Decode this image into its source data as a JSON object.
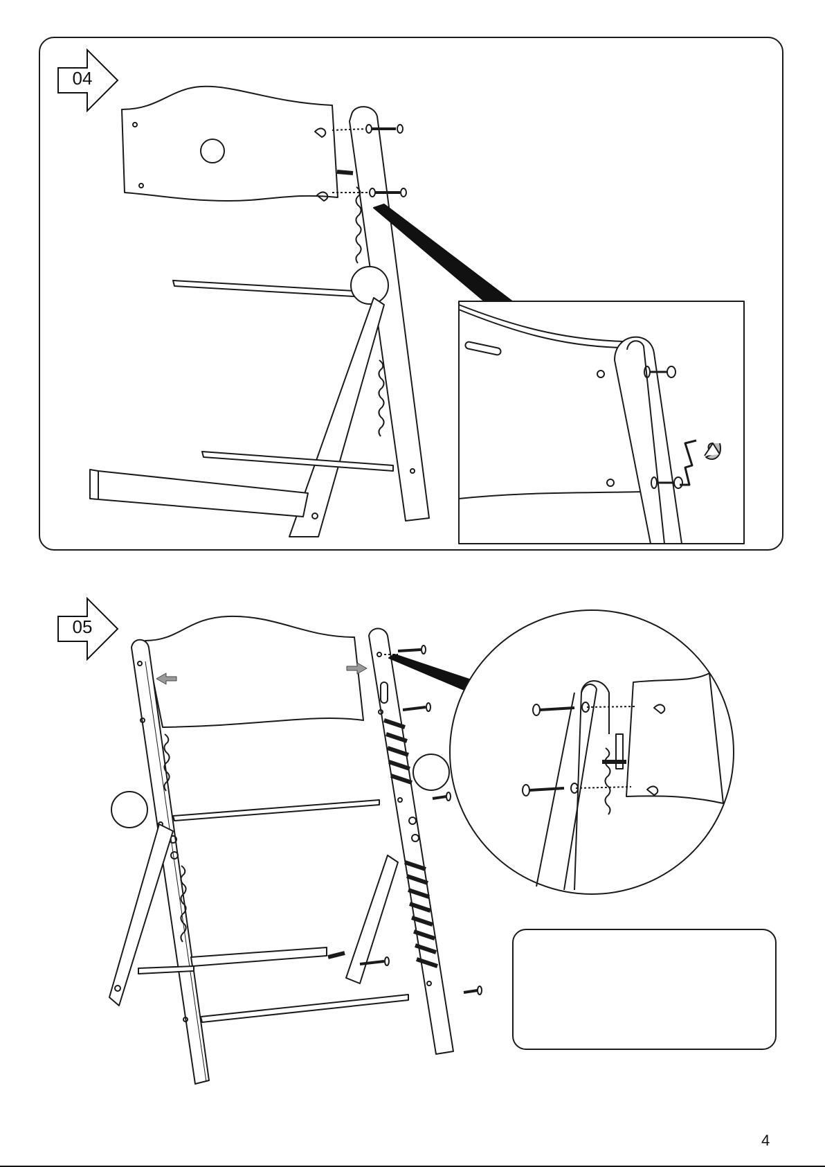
{
  "steps": [
    {
      "number": "04"
    },
    {
      "number": "05"
    }
  ],
  "page": {
    "number": "4"
  },
  "icons": {
    "step_arrow": "right-arrow-outline-icon",
    "rotate": "curved-rotate-arrow-icon",
    "slide_left": "left-block-arrow-icon",
    "slide_right": "right-block-arrow-icon",
    "allen_key": "allen-key-icon",
    "bolt": "bolt-icon"
  },
  "colors": {
    "line": "#1a1a1a",
    "arrow_fill": "#9a9a9a",
    "background": "#ffffff"
  }
}
